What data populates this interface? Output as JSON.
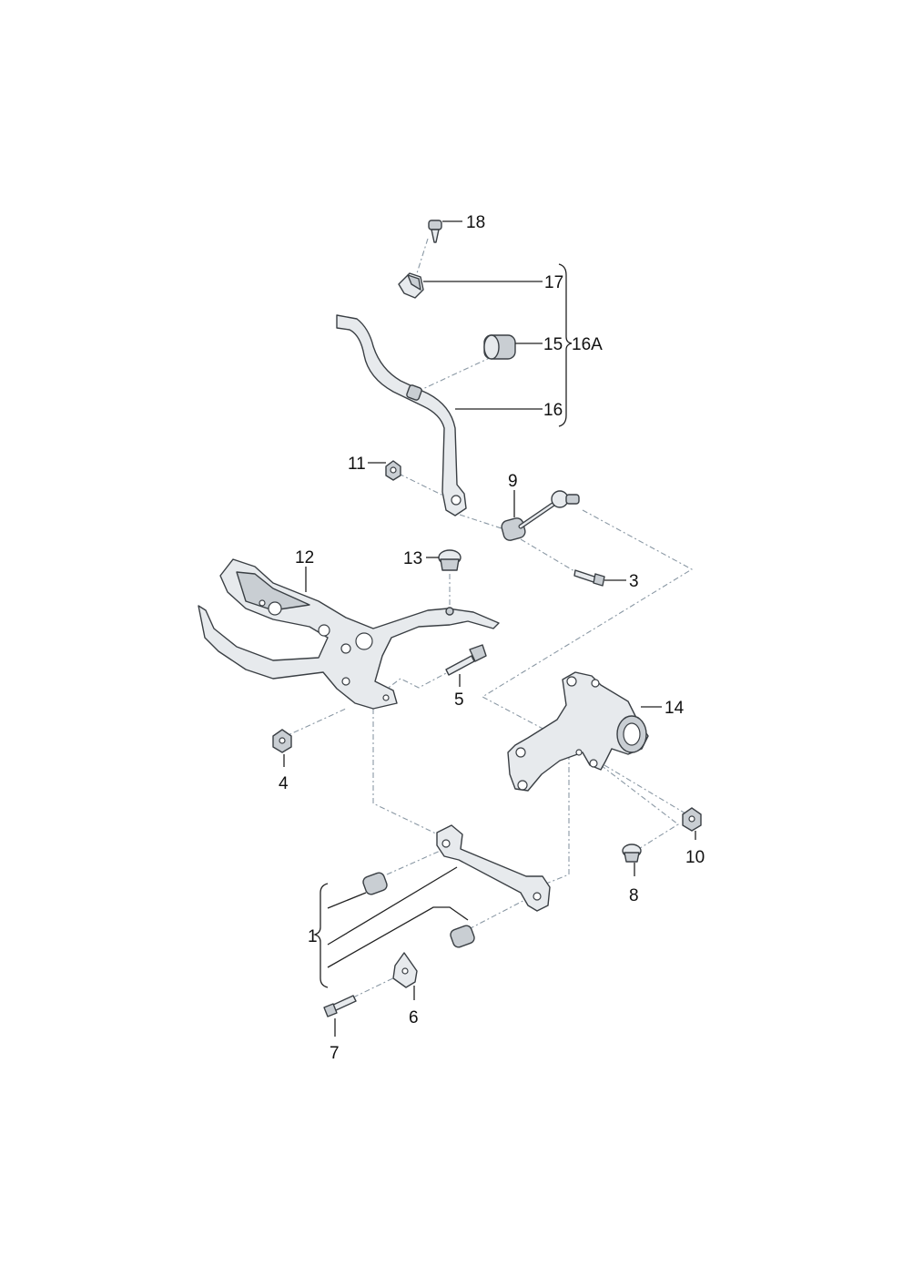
{
  "callouts": {
    "c1": "1",
    "c3": "3",
    "c4": "4",
    "c5": "5",
    "c6": "6",
    "c7": "7",
    "c8": "8",
    "c9": "9",
    "c10": "10",
    "c11": "11",
    "c12": "12",
    "c13": "13",
    "c14": "14",
    "c15": "15",
    "c16": "16",
    "c16a": "16A",
    "c17": "17",
    "c18": "18"
  }
}
